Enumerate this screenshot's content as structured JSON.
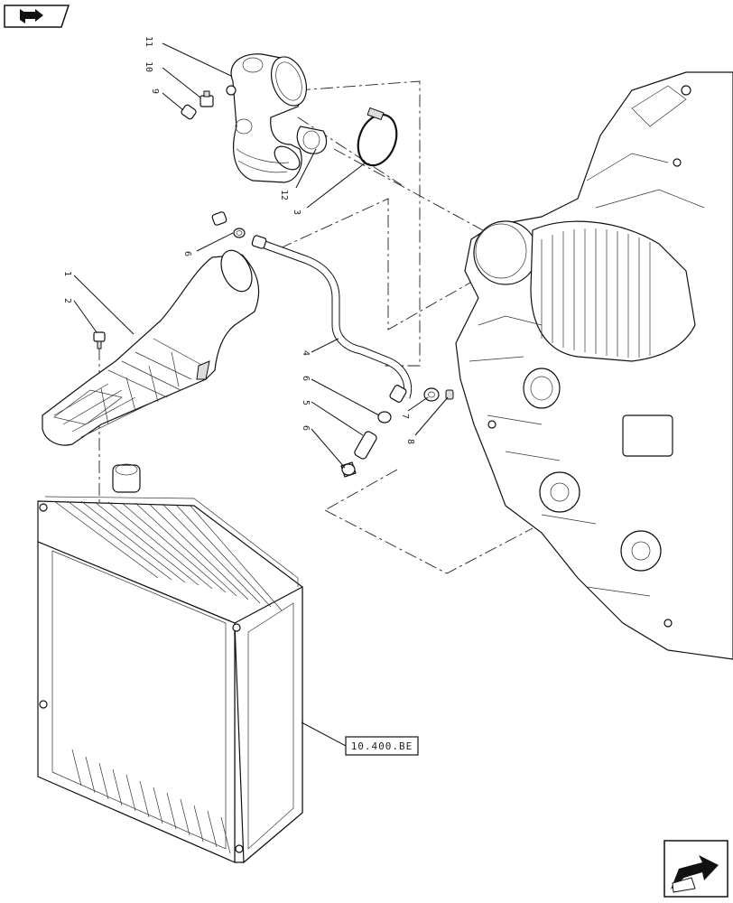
{
  "icons": {
    "top_nav": "book-arrow-icon",
    "bottom_nav": "next-page-arrow-icon"
  },
  "callouts": [
    "11",
    "10",
    "9",
    "12",
    "3",
    "6",
    "1",
    "2",
    "4",
    "6",
    "5",
    "6",
    "7",
    "8"
  ],
  "reference_label": "10.400.BE"
}
